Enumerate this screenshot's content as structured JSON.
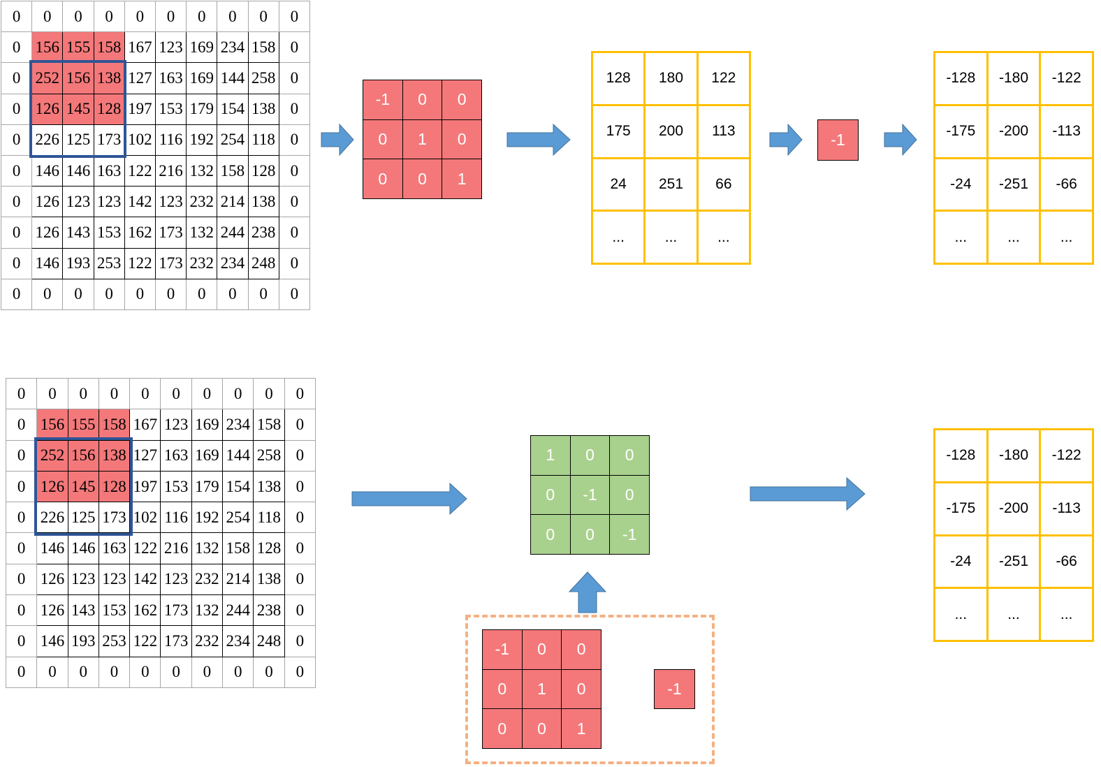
{
  "input_image": {
    "rows": [
      [
        "0",
        "0",
        "0",
        "0",
        "0",
        "0",
        "0",
        "0",
        "0",
        "0"
      ],
      [
        "0",
        "156",
        "155",
        "158",
        "167",
        "123",
        "169",
        "234",
        "158",
        "0"
      ],
      [
        "0",
        "252",
        "156",
        "138",
        "127",
        "163",
        "169",
        "144",
        "258",
        "0"
      ],
      [
        "0",
        "126",
        "145",
        "128",
        "197",
        "153",
        "179",
        "154",
        "138",
        "0"
      ],
      [
        "0",
        "226",
        "125",
        "173",
        "102",
        "116",
        "192",
        "254",
        "118",
        "0"
      ],
      [
        "0",
        "146",
        "146",
        "163",
        "122",
        "216",
        "132",
        "158",
        "128",
        "0"
      ],
      [
        "0",
        "126",
        "123",
        "123",
        "142",
        "123",
        "232",
        "214",
        "138",
        "0"
      ],
      [
        "0",
        "126",
        "143",
        "153",
        "162",
        "173",
        "132",
        "244",
        "238",
        "0"
      ],
      [
        "0",
        "146",
        "193",
        "253",
        "122",
        "173",
        "232",
        "234",
        "248",
        "0"
      ],
      [
        "0",
        "0",
        "0",
        "0",
        "0",
        "0",
        "0",
        "0",
        "0",
        "0"
      ]
    ]
  },
  "kernel_red": {
    "rows": [
      [
        "-1",
        "0",
        "0"
      ],
      [
        "0",
        "1",
        "0"
      ],
      [
        "0",
        "0",
        "1"
      ]
    ]
  },
  "kernel_green": {
    "rows": [
      [
        "1",
        "0",
        "0"
      ],
      [
        "0",
        "-1",
        "0"
      ],
      [
        "0",
        "0",
        "-1"
      ]
    ]
  },
  "conv_output": {
    "rows": [
      [
        "128",
        "180",
        "122"
      ],
      [
        "175",
        "200",
        "113"
      ],
      [
        "24",
        "251",
        "66"
      ],
      [
        "...",
        "...",
        "..."
      ]
    ]
  },
  "scalar": {
    "value": "-1"
  },
  "final_output": {
    "rows": [
      [
        "-128",
        "-180",
        "-122"
      ],
      [
        "-175",
        "-200",
        "-113"
      ],
      [
        "-24",
        "-251",
        "-66"
      ],
      [
        "...",
        "...",
        "..."
      ]
    ]
  },
  "colors": {
    "highlight": "#f4787a",
    "kernel_red": "#f4787a",
    "kernel_green": "#a9d18e",
    "output_border": "#ffc000",
    "window_border": "#2f5597",
    "arrow": "#5b9bd5",
    "dashed_border": "#f4b183"
  },
  "icons": [
    "arrow-right-icon",
    "arrow-up-icon"
  ]
}
